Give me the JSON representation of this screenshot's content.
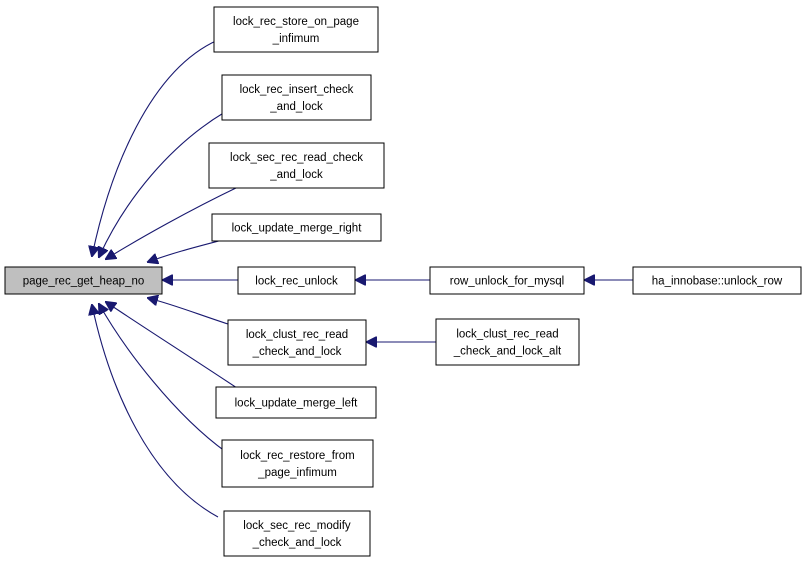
{
  "colors": {
    "edge": "#191970",
    "root_fill": "#bfbfbf",
    "node_fill": "#ffffff",
    "border": "#000000"
  },
  "nodes": [
    {
      "id": "page_rec_get_heap_no",
      "lines": [
        "page_rec_get_heap_no"
      ],
      "root": true
    },
    {
      "id": "lock_rec_store_on_page_infimum",
      "lines": [
        "lock_rec_store_on_page",
        "_infimum"
      ]
    },
    {
      "id": "lock_rec_insert_check_and_lock",
      "lines": [
        "lock_rec_insert_check",
        "_and_lock"
      ]
    },
    {
      "id": "lock_sec_rec_read_check_and_lock",
      "lines": [
        "lock_sec_rec_read_check",
        "_and_lock"
      ]
    },
    {
      "id": "lock_update_merge_right",
      "lines": [
        "lock_update_merge_right"
      ]
    },
    {
      "id": "lock_rec_unlock",
      "lines": [
        "lock_rec_unlock"
      ]
    },
    {
      "id": "lock_clust_rec_read_check_and_lock",
      "lines": [
        "lock_clust_rec_read",
        "_check_and_lock"
      ]
    },
    {
      "id": "lock_update_merge_left",
      "lines": [
        "lock_update_merge_left"
      ]
    },
    {
      "id": "lock_rec_restore_from_page_infimum",
      "lines": [
        "lock_rec_restore_from",
        "_page_infimum"
      ]
    },
    {
      "id": "lock_sec_rec_modify_check_and_lock",
      "lines": [
        "lock_sec_rec_modify",
        "_check_and_lock"
      ]
    },
    {
      "id": "row_unlock_for_mysql",
      "lines": [
        "row_unlock_for_mysql"
      ]
    },
    {
      "id": "lock_clust_rec_read_check_and_lock_alt",
      "lines": [
        "lock_clust_rec_read",
        "_check_and_lock_alt"
      ]
    },
    {
      "id": "ha_innobase_unlock_row",
      "lines": [
        "ha_innobase::unlock_row"
      ]
    }
  ],
  "edges": [
    {
      "from": "lock_rec_store_on_page_infimum",
      "to": "page_rec_get_heap_no"
    },
    {
      "from": "lock_rec_insert_check_and_lock",
      "to": "page_rec_get_heap_no"
    },
    {
      "from": "lock_sec_rec_read_check_and_lock",
      "to": "page_rec_get_heap_no"
    },
    {
      "from": "lock_update_merge_right",
      "to": "page_rec_get_heap_no"
    },
    {
      "from": "lock_rec_unlock",
      "to": "page_rec_get_heap_no"
    },
    {
      "from": "lock_clust_rec_read_check_and_lock",
      "to": "page_rec_get_heap_no"
    },
    {
      "from": "lock_update_merge_left",
      "to": "page_rec_get_heap_no"
    },
    {
      "from": "lock_rec_restore_from_page_infimum",
      "to": "page_rec_get_heap_no"
    },
    {
      "from": "lock_sec_rec_modify_check_and_lock",
      "to": "page_rec_get_heap_no"
    },
    {
      "from": "row_unlock_for_mysql",
      "to": "lock_rec_unlock"
    },
    {
      "from": "lock_clust_rec_read_check_and_lock_alt",
      "to": "lock_clust_rec_read_check_and_lock"
    },
    {
      "from": "ha_innobase_unlock_row",
      "to": "row_unlock_for_mysql"
    }
  ]
}
